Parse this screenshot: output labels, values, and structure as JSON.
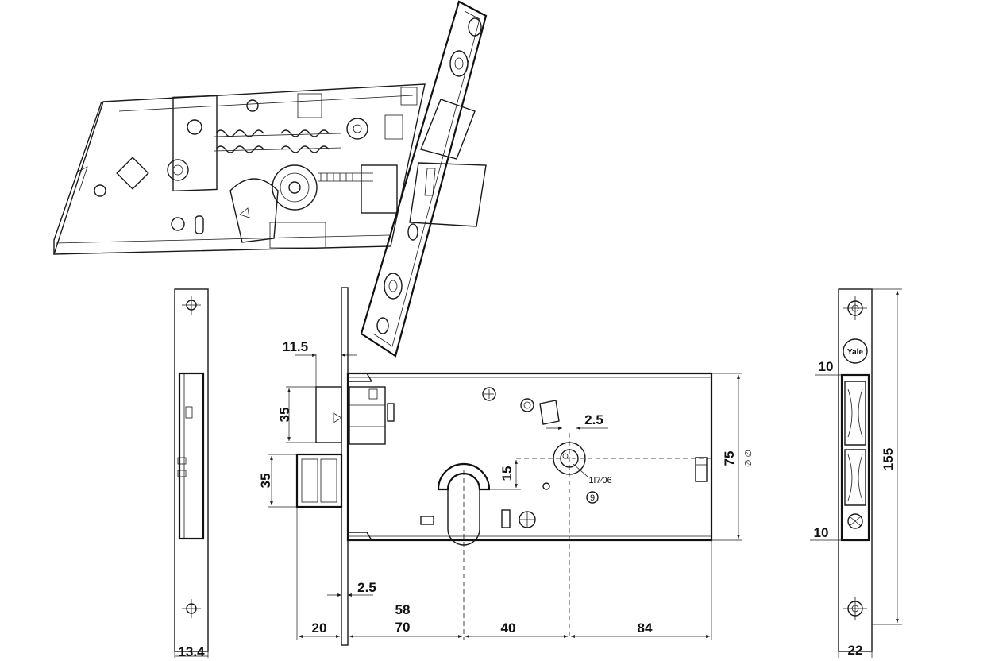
{
  "figure": {
    "brand_logo": "Yale",
    "dimensions": {
      "faceplate_width": "13.4",
      "deadbolt_offset": "11.5",
      "deadbolt_height": "35",
      "latch_height": "35",
      "plate_thickness": "2.5",
      "latch_projection": "20",
      "backset_a": "58",
      "backset_b": "70",
      "handle_to_cylinder": "40",
      "cylinder_to_end": "84",
      "cylinder_vertical": "15",
      "spindle_size": "2.5",
      "case_height": "75",
      "strike_top_offset": "10",
      "strike_bottom_offset": "10",
      "strike_length": "155",
      "strike_width": "22",
      "spindle_label": "9"
    },
    "small_marks": {
      "spindle_note": "1I7∕06",
      "case_note": "∅ ∅"
    }
  }
}
